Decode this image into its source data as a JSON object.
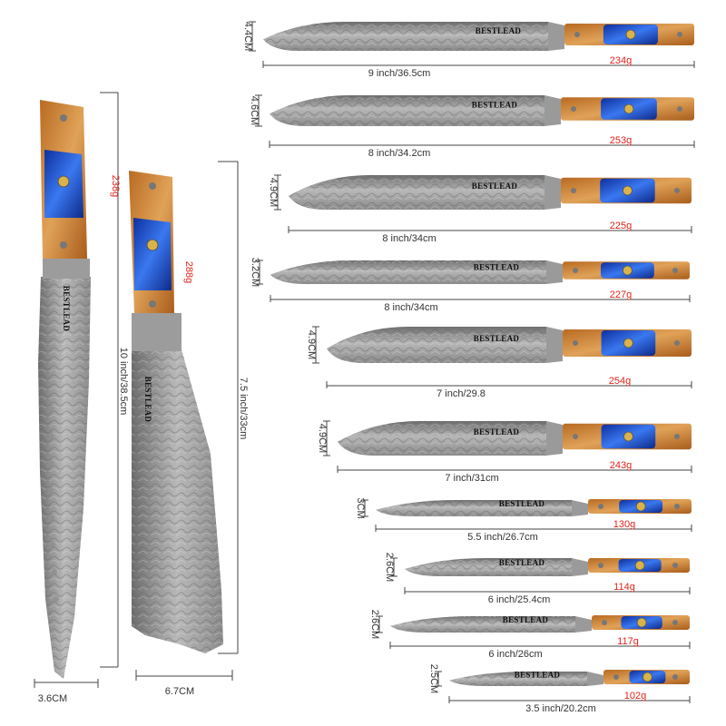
{
  "brand": "BESTLEAD",
  "colors": {
    "weight": "#e2231a",
    "resin_blue": "#1f4fd1",
    "wood": "#d08a3a",
    "blade": "#a9a9a9",
    "dimension_line": "#444444"
  },
  "vertical_knives": [
    {
      "id": "butcher",
      "length": "10 inch/38.5cm",
      "width": "3.6CM",
      "weight": "238g"
    },
    {
      "id": "cleaver",
      "length": "7.5 inch/33cm",
      "width": "6.7CM",
      "weight": "288g"
    }
  ],
  "knives": [
    {
      "id": "k1",
      "width": "4.4CM",
      "length": "9 inch/36.5cm",
      "weight": "234g"
    },
    {
      "id": "k2",
      "width": "4.6CM",
      "length": "8 inch/34.2cm",
      "weight": "253g"
    },
    {
      "id": "k3",
      "width": "4.9CM",
      "length": "8 inch/34cm",
      "weight": "225g"
    },
    {
      "id": "k4",
      "width": "3.2CM",
      "length": "8 inch/34cm",
      "weight": "227g"
    },
    {
      "id": "k5",
      "width": "4.9CM",
      "length": "7 inch/29.8",
      "weight": "254g"
    },
    {
      "id": "k6",
      "width": "4.9CM",
      "length": "7 inch/31cm",
      "weight": "243g"
    },
    {
      "id": "k7",
      "width": "3CM",
      "length": "5.5 inch/26.7cm",
      "weight": "130g"
    },
    {
      "id": "k8",
      "width": "2.6CM",
      "length": "6 inch/25.4cm",
      "weight": "114g"
    },
    {
      "id": "k9",
      "width": "2.6CM",
      "length": "6 inch/26cm",
      "weight": "117g"
    },
    {
      "id": "k10",
      "width": "2.5CM",
      "length": "3.5 inch/20.2cm",
      "weight": "102g"
    }
  ]
}
